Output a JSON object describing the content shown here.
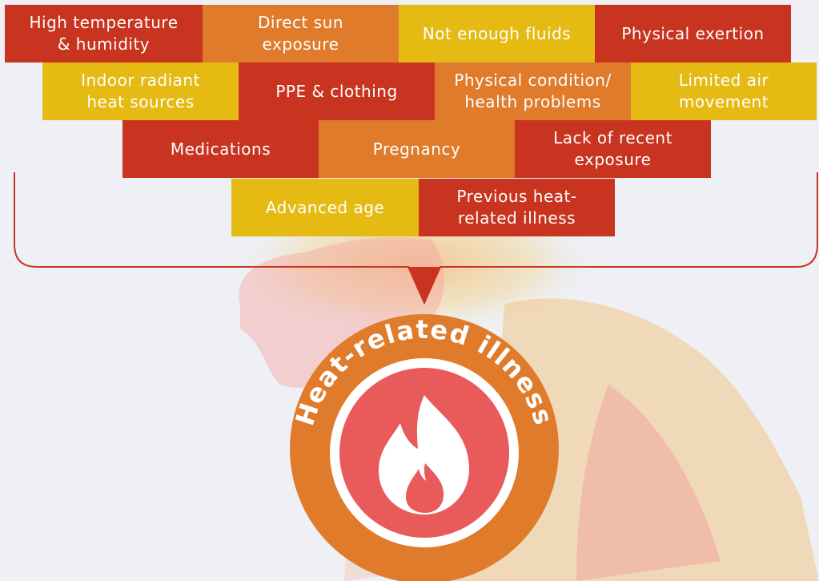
{
  "factors": {
    "row1": [
      {
        "label": "High temperature\n& humidity",
        "color": "red"
      },
      {
        "label": "Direct sun\nexposure",
        "color": "orange"
      },
      {
        "label": "Not enough fluids",
        "color": "yellow"
      },
      {
        "label": "Physical exertion",
        "color": "red"
      }
    ],
    "row2": [
      {
        "label": "Indoor radiant\nheat sources",
        "color": "yellow"
      },
      {
        "label": "PPE & clothing",
        "color": "red"
      },
      {
        "label": "Physical condition/\nhealth problems",
        "color": "orange"
      },
      {
        "label": "Limited air\nmovement",
        "color": "yellow"
      }
    ],
    "row3": [
      {
        "label": "Medications",
        "color": "red"
      },
      {
        "label": "Pregnancy",
        "color": "orange"
      },
      {
        "label": "Lack of recent\nexposure",
        "color": "red"
      }
    ],
    "row4": [
      {
        "label": "Advanced age",
        "color": "yellow"
      },
      {
        "label": "Previous heat-\nrelated illness",
        "color": "red"
      }
    ]
  },
  "result": {
    "label": "Heat-related illness",
    "icon": "flame-icon"
  },
  "colors": {
    "red": "#c8341f",
    "orange": "#df7b2b",
    "yellow": "#e5ba13",
    "bracket": "#c8341f",
    "badge_ring": "#df7b2b",
    "badge_inner": "#e95b5b"
  }
}
